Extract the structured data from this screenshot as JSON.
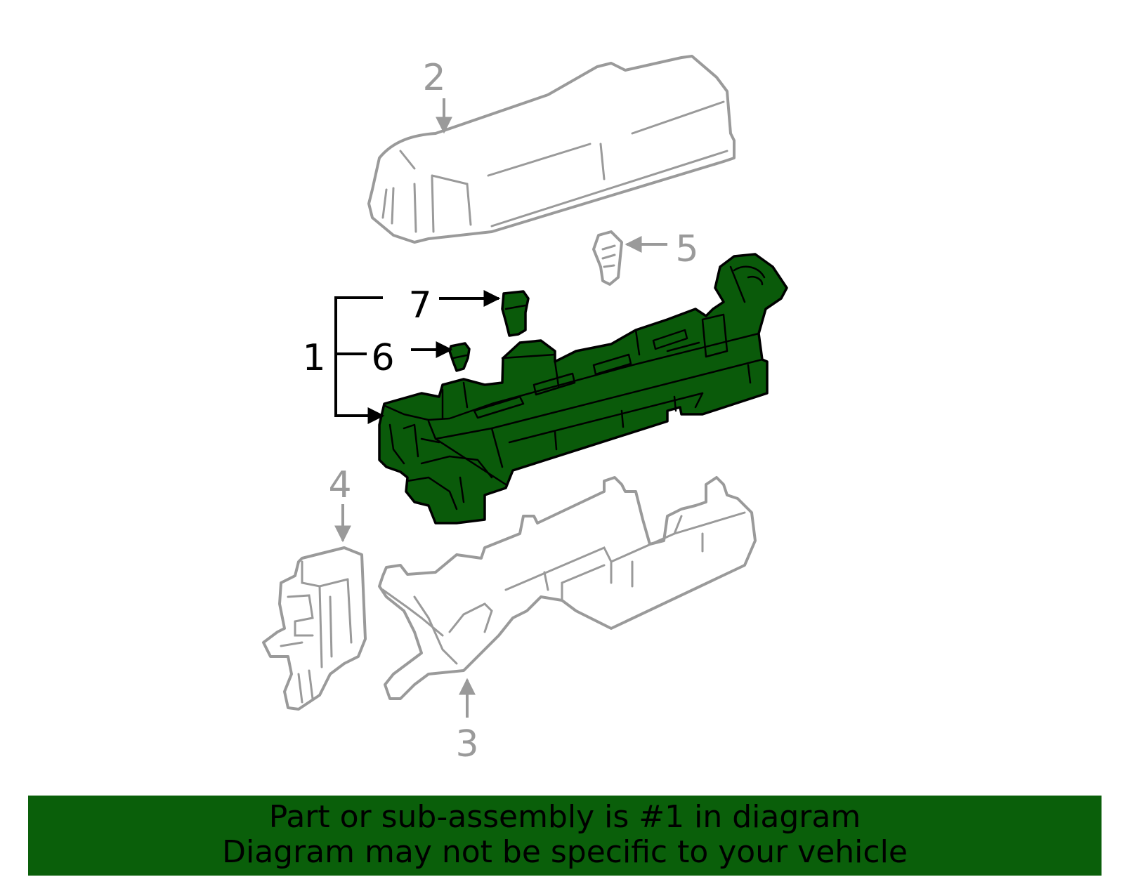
{
  "callouts": {
    "c1": "1",
    "c2": "2",
    "c3": "3",
    "c4": "4",
    "c5": "5",
    "c6": "6",
    "c7": "7"
  },
  "banner": {
    "line1": "Part or sub-assembly is #1 in diagram",
    "line2": "Diagram may not be specific to your vehicle"
  },
  "colors": {
    "highlight": "#0a5a0a",
    "banner": "#0a5f0a",
    "ghost_stroke": "#9a9a9a"
  }
}
